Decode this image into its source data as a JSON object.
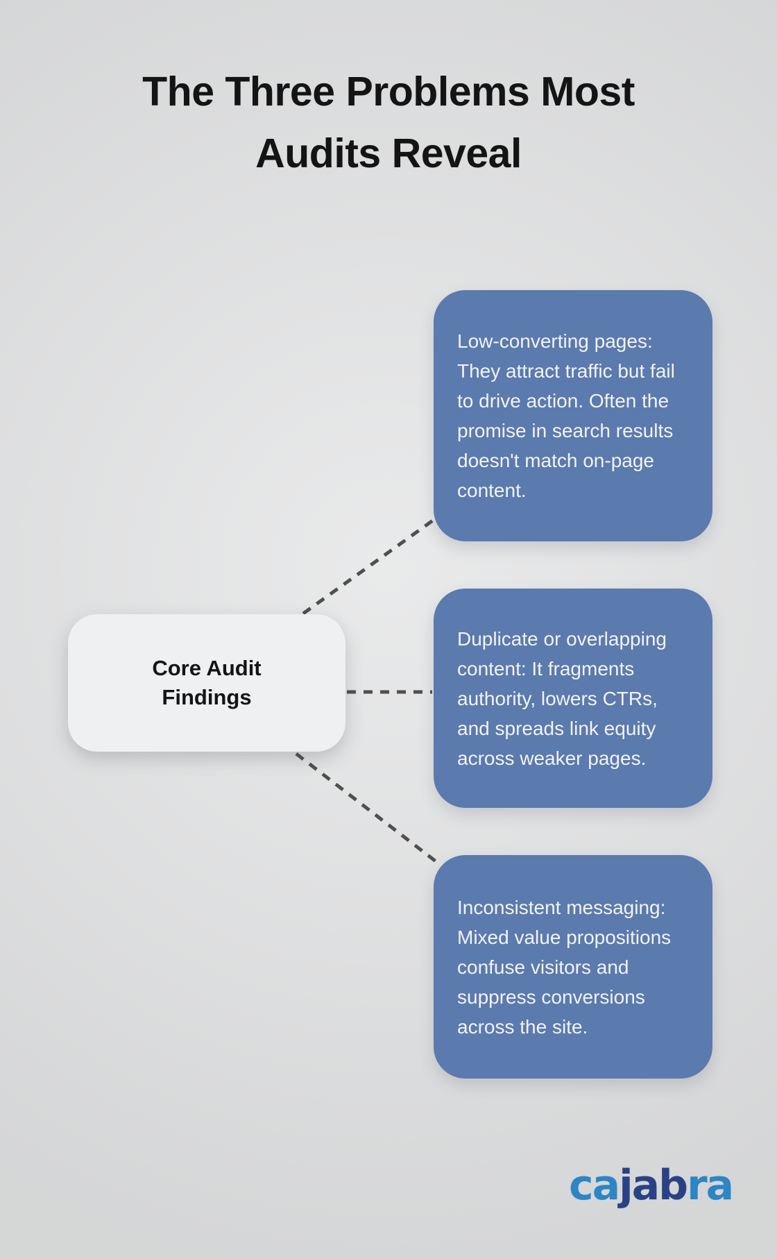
{
  "title": "The Three Problems Most Audits Reveal",
  "diagram": {
    "center_node": {
      "label": "Core Audit Findings"
    },
    "findings": [
      {
        "text": "Low-converting pages: They attract traffic but fail to drive action. Often the promise in search results doesn't match on-page content."
      },
      {
        "text": "Duplicate or overlapping content: It fragments authority, lowers CTRs, and spreads link equity across weaker pages."
      },
      {
        "text": "Inconsistent messaging: Mixed value propositions confuse visitors and suppress conversions across the site."
      }
    ]
  },
  "branding": {
    "logo_segments": [
      {
        "text": "ca"
      },
      {
        "text": "jab"
      },
      {
        "text": "ra"
      }
    ]
  },
  "colors": {
    "background": "#e0e1e2",
    "card_blue": "#5b7aad",
    "center_node_bg": "#eff0f2",
    "text_dark": "#141414",
    "text_light": "#f2f3f5",
    "connector": "#4f4f4f",
    "logo_light_blue": "#2d85c4",
    "logo_dark_blue": "#2a4285"
  }
}
